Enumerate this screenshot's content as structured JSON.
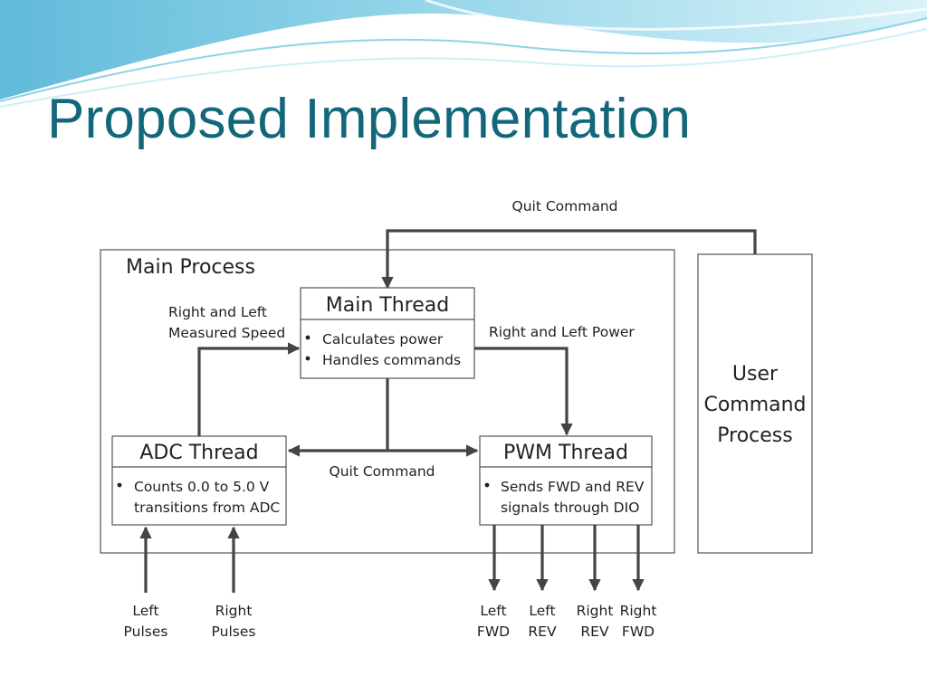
{
  "slide": {
    "title": "Proposed Implementation"
  },
  "diagram": {
    "main_process_label": "Main Process",
    "user_command_process": [
      "User",
      "Command",
      "Process"
    ],
    "main_thread": {
      "title": "Main Thread",
      "bullets": [
        "Calculates power",
        "Handles commands"
      ]
    },
    "adc_thread": {
      "title": "ADC Thread",
      "bullets": [
        "Counts 0.0 to 5.0 V",
        "transitions from ADC"
      ]
    },
    "pwm_thread": {
      "title": "PWM Thread",
      "bullets": [
        "Sends FWD and REV",
        "signals through DIO"
      ]
    },
    "labels": {
      "quit_command_top": "Quit Command",
      "quit_command_middle": "Quit Command",
      "measured_speed": [
        "Right and Left",
        "Measured Speed"
      ],
      "power": "Right and Left Power"
    },
    "inputs": [
      [
        "Left",
        "Pulses"
      ],
      [
        "Right",
        "Pulses"
      ]
    ],
    "outputs": [
      [
        "Left",
        "FWD"
      ],
      [
        "Left",
        "REV"
      ],
      [
        "Right",
        "REV"
      ],
      [
        "Right",
        "FWD"
      ]
    ]
  },
  "colors": {
    "title": "#13677a",
    "wave_dark": "#5bb8d6",
    "wave_light": "#bfe7f2",
    "line": "#444444"
  }
}
